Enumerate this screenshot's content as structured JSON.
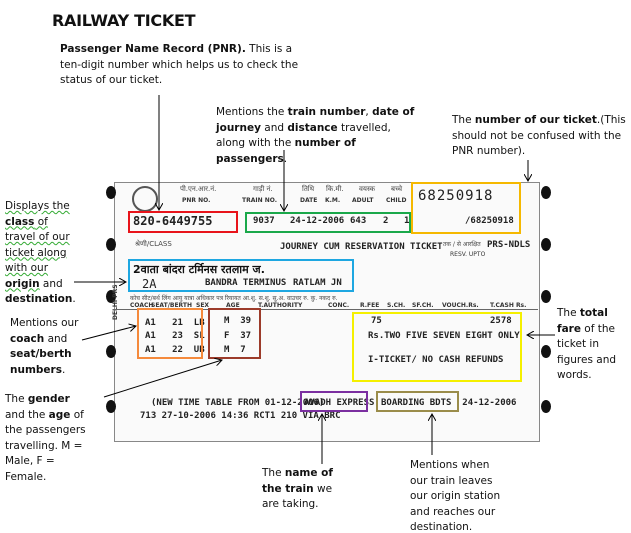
{
  "title": "RAILWAY TICKET",
  "annotations": {
    "pnr": {
      "bold": "Passenger Name Record (PNR).",
      "text": " This is a ten-digit number which helps us to check the status of our ticket."
    },
    "train": {
      "p1": "Mentions the ",
      "b1": "train number",
      "p2": ", ",
      "b2": "date of journey",
      "p3": " and ",
      "b3": "distance",
      "p4": " travelled, along with the ",
      "b4": "number of passengers",
      "p5": "."
    },
    "ticket_number": {
      "p1": "The ",
      "b1": "number of our ticket",
      "p2": ".(This should not be confused with the PNR number)."
    },
    "class": {
      "p1": "Displays the ",
      "b1": "class",
      "p2": " of travel of our ticket along with our ",
      "b2": "origin",
      "p3": " and ",
      "b3": "destination",
      "p4": "."
    },
    "coach": {
      "p1": "Mentions our ",
      "b1": "coach",
      "p2": " and ",
      "b2": "seat/berth numbers",
      "p3": "."
    },
    "gender": {
      "p1": "The ",
      "b1": "gender",
      "p2": " and the ",
      "b2": "age",
      "p3": " of the passengers travelling. M = Male, F = Female."
    },
    "fare": {
      "p1": "The ",
      "b1": "total fare",
      "p2": " of the ticket in figures and words."
    },
    "train_name": {
      "p1": "The ",
      "b1": "name of the train",
      "p2": " we are taking."
    },
    "boarding": {
      "text": "Mentions when our train leaves our origin station and reaches our destination."
    }
  },
  "ticket": {
    "headers_hi": [
      "पी.एन.आर.नं.",
      "गाड़ी नं.",
      "तिथि",
      "कि.मी.",
      "वयस्क",
      "बच्चे"
    ],
    "headers_en": [
      "PNR NO.",
      "TRAIN NO.",
      "DATE",
      "K.M.",
      "ADULT",
      "CHILD"
    ],
    "ticket_no": "68250918",
    "pnr": "820-6449755",
    "train_no": "9037",
    "date": "24-12-2006",
    "km": "643",
    "adult": "2",
    "child": "1",
    "ticket_no_ref": "/68250918",
    "class_label": "श्रेणी/CLASS",
    "ticket_type": "JOURNEY CUM RESERVATION TICKET",
    "resv_upto_hi": "तक / से आरक्षित",
    "resv_code": "PRS-NDLS",
    "resv_upto": "RESV. UPTO",
    "route_hi": "2वाता बांदरा टर्मिनस   रतलाम ज.",
    "class": "2A",
    "from": "BANDRA TERMINUS",
    "to": "RATLAM JN",
    "side_label": "DELHI PRS",
    "cols_hi": "कोच  सीट/बर्थ  लिंग    आयु   यात्रा अधिकार पत्र      रियायत     आ.शु.  स.शु.  सु.अ.   वाउचर रु.    कु. नकद रु.",
    "cols_en": [
      "COACH",
      "SEAT/BERTH",
      "SEX",
      "AGE",
      "T.AUTHORITY",
      "CONC.",
      "R.FEE",
      "S.CH.",
      "SF.CH.",
      "VOUCH.Rs.",
      "T.CASH Rs."
    ],
    "passengers": [
      {
        "coach": "A1",
        "seat": "21",
        "berth": "LB",
        "sex": "M",
        "age": "39"
      },
      {
        "coach": "A1",
        "seat": "23",
        "berth": "SL",
        "sex": "F",
        "age": "37"
      },
      {
        "coach": "A1",
        "seat": "22",
        "berth": "UB",
        "sex": "M",
        "age": "7"
      }
    ],
    "rfee": "75",
    "total": "2578",
    "total_words": "Rs.TWO FIVE SEVEN EIGHT ONLY",
    "refund_note": "I-TICKET/ NO CASH REFUNDS",
    "timetable": "(NEW TIME TABLE FROM 01-12-2006)",
    "train_name": "AVADH EXPRESS",
    "boarding": "BOARDING BDTS  24-12-2006",
    "issue_line": "713 27-10-2006 14:36 RCT1 210 VIA BRC"
  },
  "colors": {
    "pnr": "#e8141b",
    "train": "#1aa84a",
    "ticket_no": "#f5b800",
    "class": "#1ea7e1",
    "coach": "#f58a3c",
    "gender": "#9c3b2a",
    "fare": "#f5f000",
    "train_name": "#7b2fa0",
    "boarding": "#9a8c4a"
  }
}
